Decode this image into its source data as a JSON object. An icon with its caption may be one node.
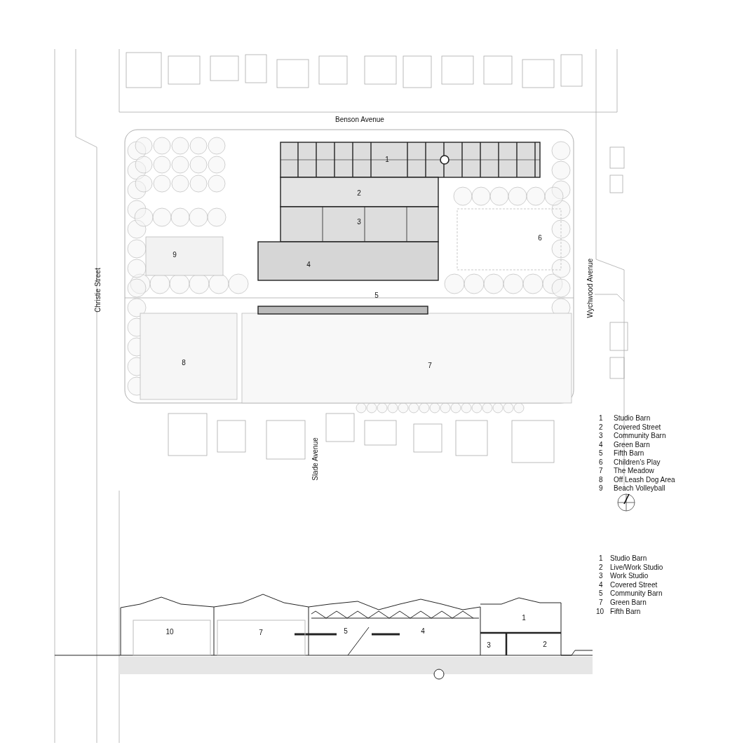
{
  "diagram": {
    "labels": [
      "Benson Avenue",
      "1",
      "2",
      "3",
      "6",
      "9",
      "4",
      "Christie Street",
      "Wychwood Avenue",
      "5",
      "8",
      "7",
      "Slade Avenue",
      "1",
      "Studio Barn",
      "2",
      "Covered Street",
      "3",
      "Community Barn",
      "4",
      "Green Barn",
      "5",
      "Fifth Barn",
      "6",
      "Children’s Play",
      "7",
      "The Meadow",
      "8",
      "Off Leash Dog Area",
      "9",
      "Beach Volleyball",
      "1",
      "Studio Barn",
      "2",
      "Live/Work Studio",
      "3",
      "Work Studio",
      "4",
      "Covered Street",
      "5",
      "Community Barn",
      "7",
      "Green Barn",
      "10",
      "Fifth Barn",
      "10",
      "7",
      "5",
      "4",
      "1",
      "3",
      "2"
    ]
  }
}
